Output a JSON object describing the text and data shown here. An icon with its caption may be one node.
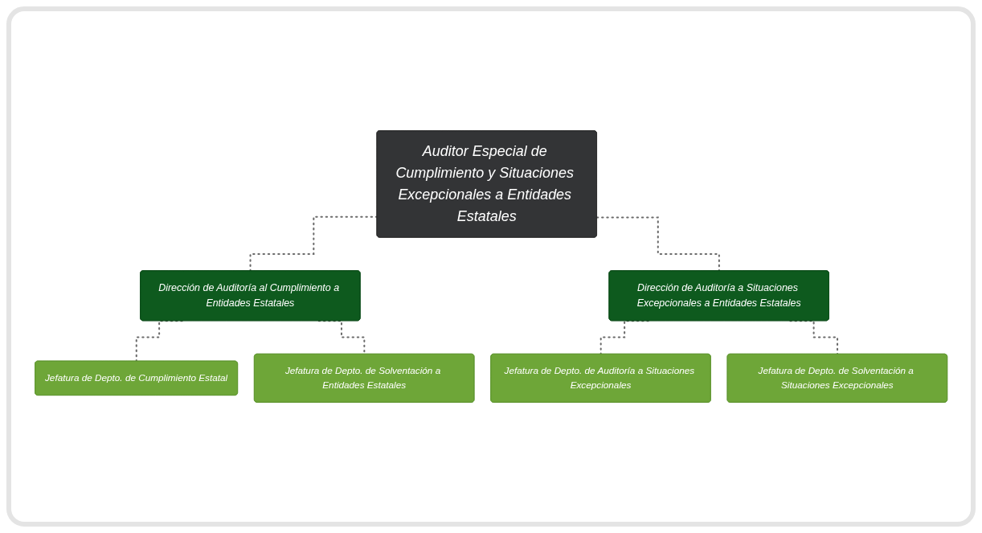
{
  "diagram": {
    "nodes": [
      {
        "text": [
          "Auditor Especial de Cumplimiento y Situaciones Excepcionales a Entidades Estatales"
        ]
      },
      {
        "text": [
          "Dirección de Auditoría al Cumplimiento a Entidades Estatales"
        ]
      },
      {
        "text": [
          "Dirección de Auditoría a Situaciones Excepcionales a Entidades Estatales"
        ]
      },
      {
        "text": [
          "Jefatura de Depto. de Cumplimiento Estatal"
        ]
      },
      {
        "text": [
          "Jefatura de Depto. de Solventación a Entidades Estatales"
        ]
      },
      {
        "text": [
          "Jefatura de Depto. de Auditoría a Situaciones Excepcionales"
        ]
      },
      {
        "text": [
          "Jefatura de Depto. de Solventación a Situaciones Excepcionales"
        ]
      }
    ],
    "edges": [
      {
        "from": 0,
        "to": 1,
        "arrow": "none",
        "style": "dashed"
      },
      {
        "from": 0,
        "to": 2,
        "arrow": "none",
        "style": "dashed"
      },
      {
        "from": 1,
        "to": 3,
        "arrow": "none",
        "style": "dashed"
      },
      {
        "from": 1,
        "to": 4,
        "arrow": "none",
        "style": "dashed"
      },
      {
        "from": 2,
        "to": 5,
        "arrow": "none",
        "style": "dashed"
      },
      {
        "from": 2,
        "to": 6,
        "arrow": "none",
        "style": "dashed"
      }
    ]
  }
}
